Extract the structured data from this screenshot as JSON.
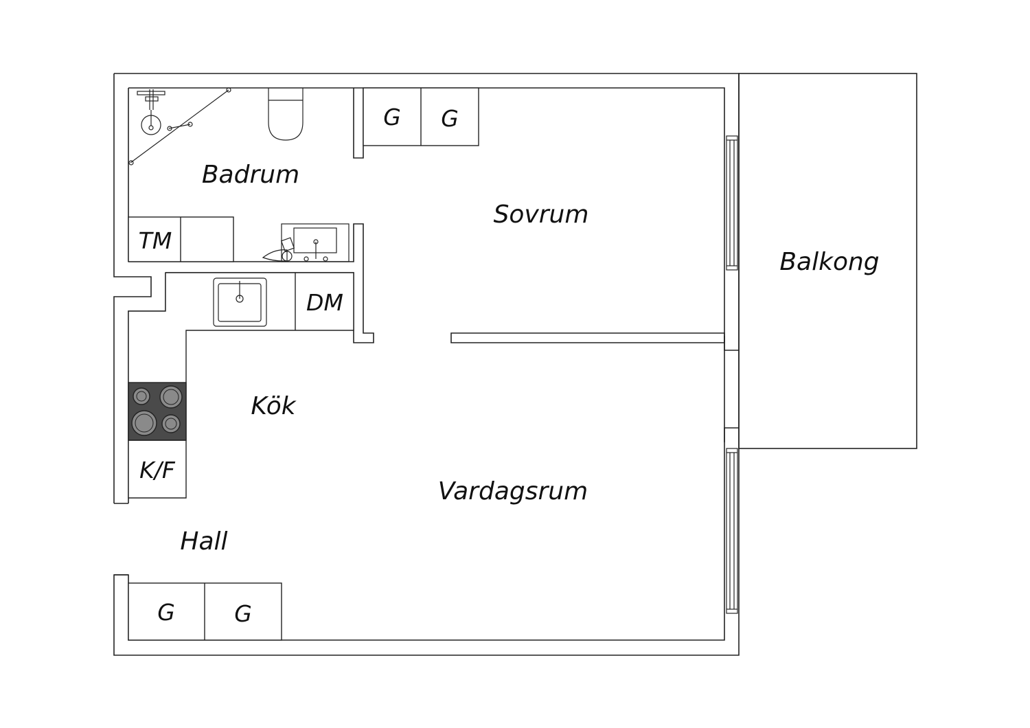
{
  "rooms": {
    "badrum": "Badrum",
    "sovrum": "Sovrum",
    "balkong": "Balkong",
    "kok": "Kök",
    "vardagsrum": "Vardagsrum",
    "hall": "Hall"
  },
  "fixtures": {
    "wardrobe": "G",
    "washing_machine": "TM",
    "dishwasher": "DM",
    "fridge_freezer": "K/F"
  },
  "colors": {
    "line": "#222222",
    "stove": "#4a4a4a",
    "burner": "#8a8a8a"
  }
}
